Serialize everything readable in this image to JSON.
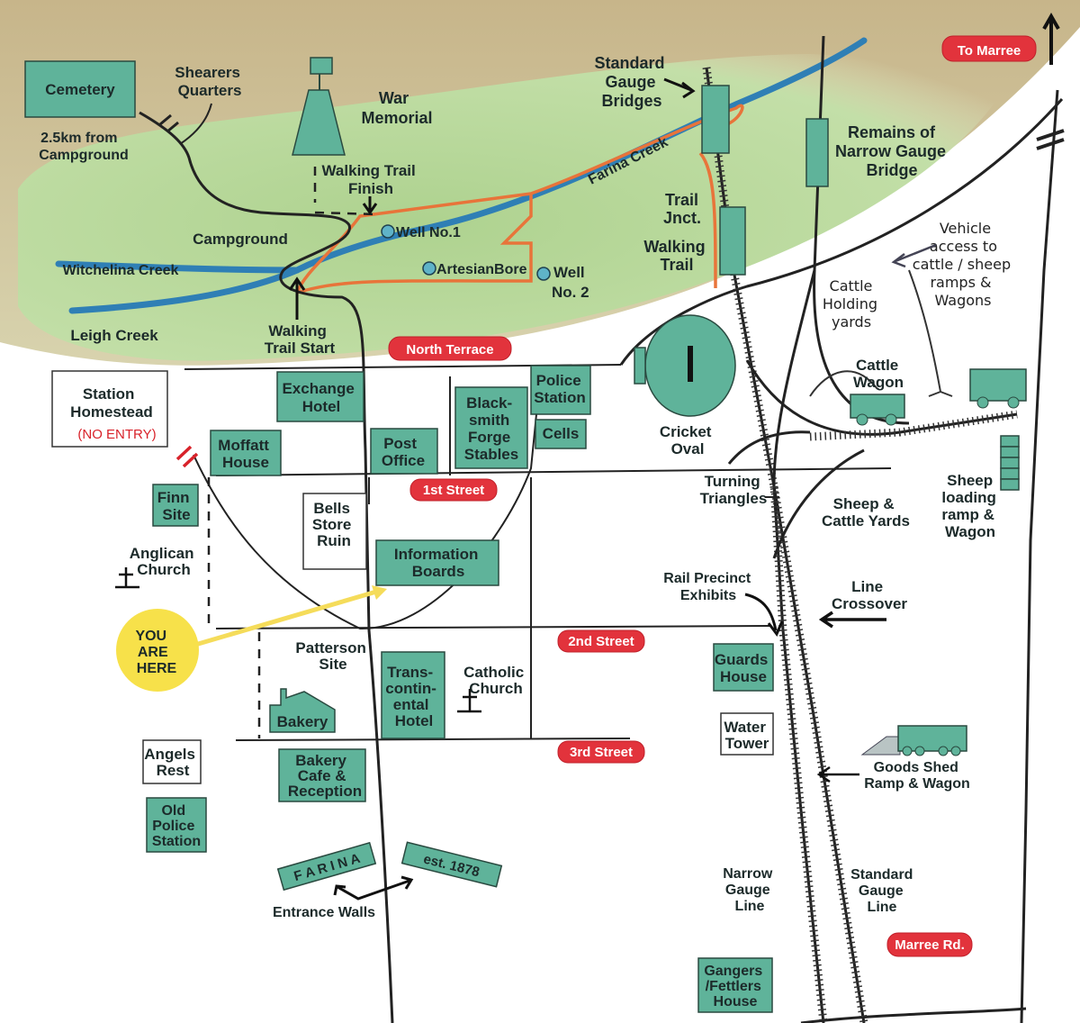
{
  "labels": {
    "cemetery": "Cemetery",
    "distance": [
      "2.5km from",
      "Campground"
    ],
    "shearers": [
      "Shearers",
      "Quarters"
    ],
    "war_memorial": [
      "War",
      "Memorial"
    ],
    "walking_trail_finish": [
      "Walking Trail",
      "Finish"
    ],
    "standard_gauge_bridges": [
      "Standard",
      "Gauge",
      "Bridges"
    ],
    "to_marree": "To Marree",
    "remains_bridge": [
      "Remains of",
      "Narrow Gauge",
      "Bridge"
    ],
    "farina_creek": "Farina Creek",
    "trail_jnct": [
      "Trail",
      "Jnct."
    ],
    "walking_trail": [
      "Walking",
      "Trail"
    ],
    "well_no1": "Well No.1",
    "artesian_bore": "ArtesianBore",
    "well_no2": [
      "Well",
      "No. 2"
    ],
    "campground": "Campground",
    "witchelina_creek": "Witchelina Creek",
    "leigh_creek": "Leigh Creek",
    "walking_trail_start": [
      "Walking",
      "Trail Start"
    ],
    "vehicle_access": [
      "Vehicle",
      "access to",
      "cattle / sheep",
      "ramps &",
      "Wagons"
    ],
    "cattle_holding": [
      "Cattle",
      "Holding",
      "yards"
    ],
    "cattle_wagon": [
      "Cattle",
      "Wagon"
    ],
    "station_homestead": [
      "Station",
      "Homestead"
    ],
    "no_entry": "(NO ENTRY)",
    "exchange_hotel": [
      "Exchange",
      "Hotel"
    ],
    "police_station": [
      "Police",
      "Station"
    ],
    "cells": "Cells",
    "blacksmith": [
      "Black-",
      "smith",
      "Forge",
      "Stables"
    ],
    "post_office": [
      "Post",
      "Office"
    ],
    "moffatt_house": [
      "Moffatt",
      "House"
    ],
    "cricket_oval": [
      "Cricket",
      "Oval"
    ],
    "turning_triangles": [
      "Turning",
      "Triangles"
    ],
    "sheep_cattle_yards": [
      "Sheep &",
      "Cattle Yards"
    ],
    "sheep_loading": [
      "Sheep",
      "loading",
      "ramp &",
      "Wagon"
    ],
    "finn_site": [
      "Finn",
      "Site"
    ],
    "bells_store": [
      "Bells",
      "Store",
      "Ruin"
    ],
    "information_boards": [
      "Information",
      "Boards"
    ],
    "anglican_church": [
      "Anglican",
      "Church"
    ],
    "rail_precinct": [
      "Rail Precinct",
      "Exhibits"
    ],
    "line_crossover": [
      "Line",
      "Crossover"
    ],
    "you_are_here": [
      "YOU",
      "ARE",
      "HERE"
    ],
    "patterson_site": [
      "Patterson",
      "Site"
    ],
    "transcontinental": [
      "Trans-",
      "contin-",
      "ental",
      "Hotel"
    ],
    "catholic_church": [
      "Catholic",
      "Church"
    ],
    "guards_house": [
      "Guards",
      "House"
    ],
    "bakery": "Bakery",
    "water_tower": [
      "Water",
      "Tower"
    ],
    "angels_rest": [
      "Angels",
      "Rest"
    ],
    "bakery_cafe": [
      "Bakery",
      "Cafe &",
      "Reception"
    ],
    "goods_shed": [
      "Goods Shed",
      "Ramp & Wagon"
    ],
    "old_police": [
      "Old",
      "Police",
      "Station"
    ],
    "farina_sign": "F A R I N A",
    "est_sign": "est. 1878",
    "entrance_walls": "Entrance Walls",
    "narrow_gauge_line": [
      "Narrow",
      "Gauge",
      "Line"
    ],
    "standard_gauge_line": [
      "Standard",
      "Gauge",
      "Line"
    ],
    "gangers_house": [
      "Gangers",
      "/Fettlers",
      "House"
    ]
  },
  "streets": {
    "north_terrace": "North Terrace",
    "first_street": "1st Street",
    "second_street": "2nd Street",
    "third_street": "3rd Street",
    "marree_rd": "Marree Rd."
  },
  "colors": {
    "building": "#5fb39a",
    "street_tag": "#e2333c",
    "creek": "#2f7fb5",
    "trail": "#e8743a",
    "vegetation": "#b6d79b",
    "you_are_here": "#f7e14a"
  }
}
